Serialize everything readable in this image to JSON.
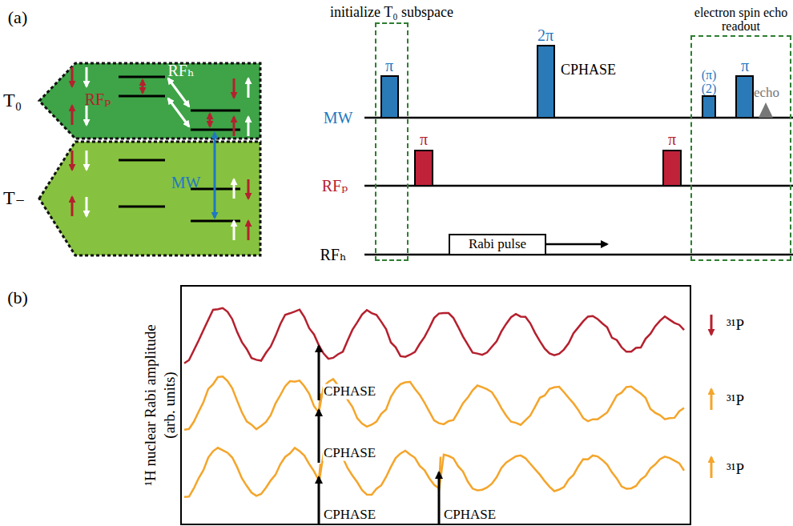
{
  "diagram": {
    "nodes": [
      {
        "text": [
          "T₀"
        ]
      },
      {
        "text": [
          "T₋"
        ]
      },
      {
        "text": [
          "initialize T₀ subspace"
        ]
      },
      {
        "text": [
          "electron spin echo readout"
        ]
      },
      {
        "text": [
          "Rabi pulse"
        ]
      }
    ],
    "labels": [
      "(a)",
      "RFₕ",
      "RFₚ",
      "MW",
      "MW",
      "RFₚ",
      "RFₕ",
      "π",
      "π",
      "2π",
      "CPHASE",
      "π",
      "(π)",
      "(2)",
      "π",
      "echo",
      "(b)",
      "¹H nuclear Rabi amplitude (arb. units)",
      "³¹P",
      "³¹P",
      "³¹P",
      "CPHASE",
      "CPHASE",
      "CPHASE",
      "CPHASE"
    ]
  }
}
